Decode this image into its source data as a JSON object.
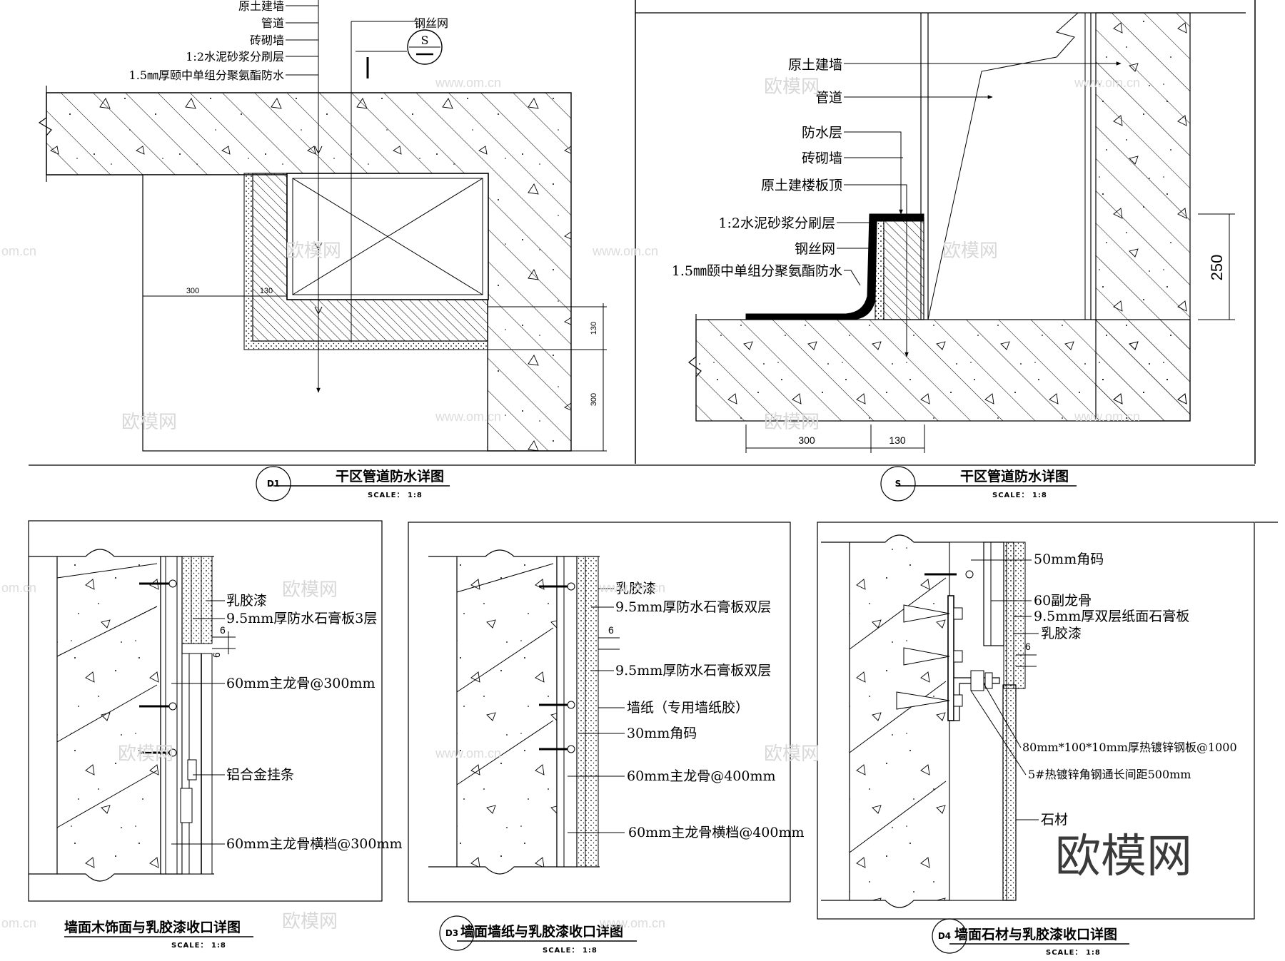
{
  "watermarks": {
    "site_text": "欧模网",
    "site_url": "www.om.cn",
    "url_fragment": "om.cn",
    "logo_text": "欧模网"
  },
  "d1": {
    "labels": [
      "原土建墙",
      "管道",
      "砖砌墙",
      "1:2水泥砂浆分刷层",
      "1.5㎜厚颐中单组分聚氨酯防水"
    ],
    "mesh_label": "钢丝网",
    "section_marker": "S",
    "dims": {
      "left_width": "300",
      "brick_width": "130",
      "right_130": "130",
      "right_300": "300"
    },
    "marker": "D1",
    "title": "干区管道防水详图",
    "scale": "SCALE： 1:8"
  },
  "s": {
    "labels": [
      "原土建墙",
      "管道",
      "防水层",
      "砖砌墙",
      "原土建楼板顶",
      "1:2水泥砂浆分刷层",
      "钢丝网",
      "1.5㎜颐中单组分聚氨酯防水"
    ],
    "dims": {
      "height": "250",
      "bottom_300": "300",
      "bottom_130": "130"
    },
    "marker": "S",
    "title": "干区管道防水详图",
    "scale": "SCALE： 1:8"
  },
  "d2": {
    "labels": [
      "乳胶漆",
      "9.5mm厚防水石膏板3层",
      "60mm主龙骨@300mm",
      "铝合金挂条",
      "60mm主龙骨横档@300mm"
    ],
    "gap": "6",
    "title": "墙面木饰面与乳胶漆收口详图",
    "scale": "SCALE： 1:8"
  },
  "d3": {
    "labels": [
      "乳胶漆",
      "9.5mm厚防水石膏板双层",
      "9.5mm厚防水石膏板双层",
      "墙纸（专用墙纸胶）",
      "30mm角码",
      "60mm主龙骨@400mm",
      "60mm主龙骨横档@400mm"
    ],
    "gap": "6",
    "marker": "D3",
    "title": "墙面墙纸与乳胶漆收口详图",
    "scale": "SCALE： 1:8"
  },
  "d4": {
    "labels": [
      "50mm角码",
      "60副龙骨",
      "9.5mm厚双层纸面石膏板",
      "乳胶漆",
      "80mm*100*10mm厚热镀锌钢板@1000",
      "5#热镀锌角钢通长间距500mm",
      "石材"
    ],
    "gap": "6",
    "marker": "D4",
    "title": "墙面石材与乳胶漆收口详图",
    "scale": "SCALE： 1:8"
  }
}
